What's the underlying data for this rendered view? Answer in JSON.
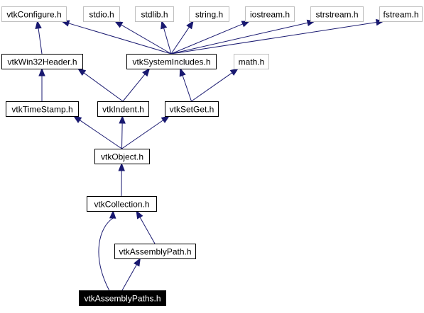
{
  "diagram": {
    "nodes": [
      {
        "id": "vtkConfigure",
        "label": "vtkConfigure.h",
        "kind": "external"
      },
      {
        "id": "stdio",
        "label": "stdio.h",
        "kind": "external"
      },
      {
        "id": "stdlib",
        "label": "stdlib.h",
        "kind": "external"
      },
      {
        "id": "string",
        "label": "string.h",
        "kind": "external"
      },
      {
        "id": "iostream",
        "label": "iostream.h",
        "kind": "external"
      },
      {
        "id": "strstream",
        "label": "strstream.h",
        "kind": "external"
      },
      {
        "id": "fstream",
        "label": "fstream.h",
        "kind": "external"
      },
      {
        "id": "vtkWin32Header",
        "label": "vtkWin32Header.h",
        "kind": "documented"
      },
      {
        "id": "vtkSystemIncludes",
        "label": "vtkSystemIncludes.h",
        "kind": "documented"
      },
      {
        "id": "math",
        "label": "math.h",
        "kind": "external"
      },
      {
        "id": "vtkTimeStamp",
        "label": "vtkTimeStamp.h",
        "kind": "documented"
      },
      {
        "id": "vtkIndent",
        "label": "vtkIndent.h",
        "kind": "documented"
      },
      {
        "id": "vtkSetGet",
        "label": "vtkSetGet.h",
        "kind": "documented"
      },
      {
        "id": "vtkObject",
        "label": "vtkObject.h",
        "kind": "documented"
      },
      {
        "id": "vtkCollection",
        "label": "vtkCollection.h",
        "kind": "documented"
      },
      {
        "id": "vtkAssemblyPath",
        "label": "vtkAssemblyPath.h",
        "kind": "documented"
      },
      {
        "id": "vtkAssemblyPaths",
        "label": "vtkAssemblyPaths.h",
        "kind": "focus"
      }
    ],
    "edges": [
      {
        "from": "vtkWin32Header",
        "to": "vtkConfigure"
      },
      {
        "from": "vtkSystemIncludes",
        "to": "vtkConfigure"
      },
      {
        "from": "vtkSystemIncludes",
        "to": "stdio"
      },
      {
        "from": "vtkSystemIncludes",
        "to": "stdlib"
      },
      {
        "from": "vtkSystemIncludes",
        "to": "string"
      },
      {
        "from": "vtkSystemIncludes",
        "to": "iostream"
      },
      {
        "from": "vtkSystemIncludes",
        "to": "strstream"
      },
      {
        "from": "vtkSystemIncludes",
        "to": "fstream"
      },
      {
        "from": "vtkTimeStamp",
        "to": "vtkWin32Header"
      },
      {
        "from": "vtkIndent",
        "to": "vtkWin32Header"
      },
      {
        "from": "vtkIndent",
        "to": "vtkSystemIncludes"
      },
      {
        "from": "vtkSetGet",
        "to": "vtkSystemIncludes"
      },
      {
        "from": "vtkSetGet",
        "to": "math"
      },
      {
        "from": "vtkObject",
        "to": "vtkTimeStamp"
      },
      {
        "from": "vtkObject",
        "to": "vtkIndent"
      },
      {
        "from": "vtkObject",
        "to": "vtkSetGet"
      },
      {
        "from": "vtkCollection",
        "to": "vtkObject"
      },
      {
        "from": "vtkAssemblyPath",
        "to": "vtkCollection"
      },
      {
        "from": "vtkAssemblyPaths",
        "to": "vtkAssemblyPath"
      },
      {
        "from": "vtkAssemblyPaths",
        "to": "vtkCollection"
      }
    ],
    "colors": {
      "edge": "#191970",
      "external_border": "#bfbfbf",
      "documented_border": "#000000",
      "focus_fill": "#000000",
      "focus_text": "#ffffff"
    }
  }
}
